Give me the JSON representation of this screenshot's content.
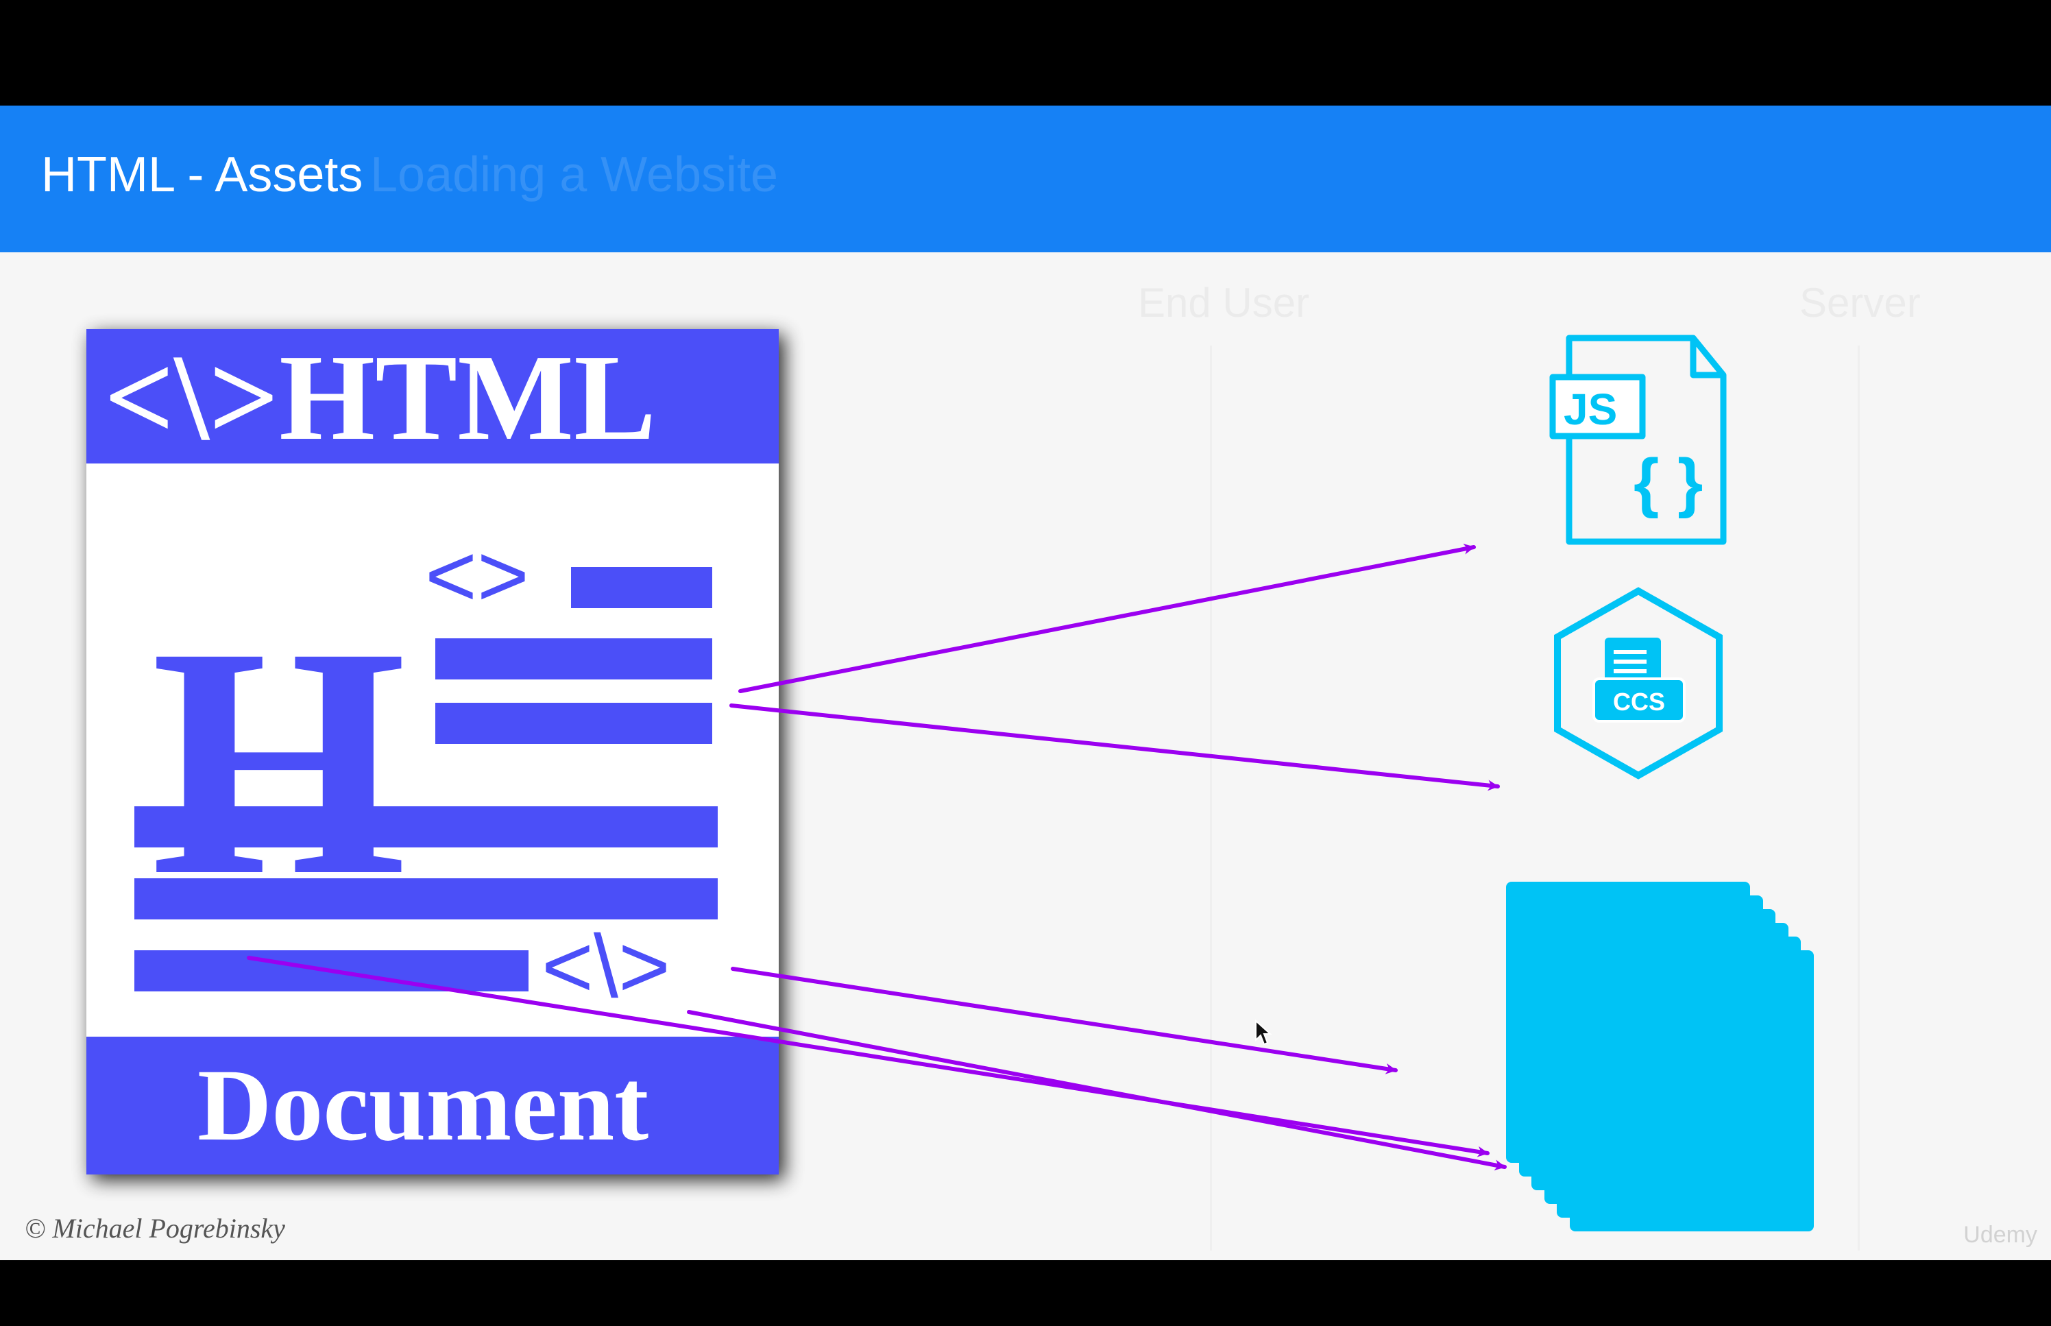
{
  "slide": {
    "title": "HTML - Assets",
    "ghost_title": "Loading a Website",
    "ghost_columns": [
      "End User",
      "Server"
    ],
    "credit": "© Michael Pogrebinsky",
    "watermark": "Udemy",
    "header_color": "#1681f5"
  },
  "html_document": {
    "brand_text": "<\\>HTML",
    "big_letter": "H",
    "tag_glyph": "<>",
    "bottom_glyph": "<\\>",
    "footer_text": "Document",
    "primary_color": "#4b4ff8"
  },
  "assets": {
    "js_icon": {
      "icon": "js-file-icon",
      "badge_text": "JS",
      "glyph": "{ }"
    },
    "css_icon": {
      "icon": "css-hexagon-icon",
      "badge_text": "CCS"
    },
    "images_icon": {
      "icon": "image-stack-icon"
    },
    "asset_color": "#00c3f5",
    "arrow_color": "#9b00f0"
  }
}
